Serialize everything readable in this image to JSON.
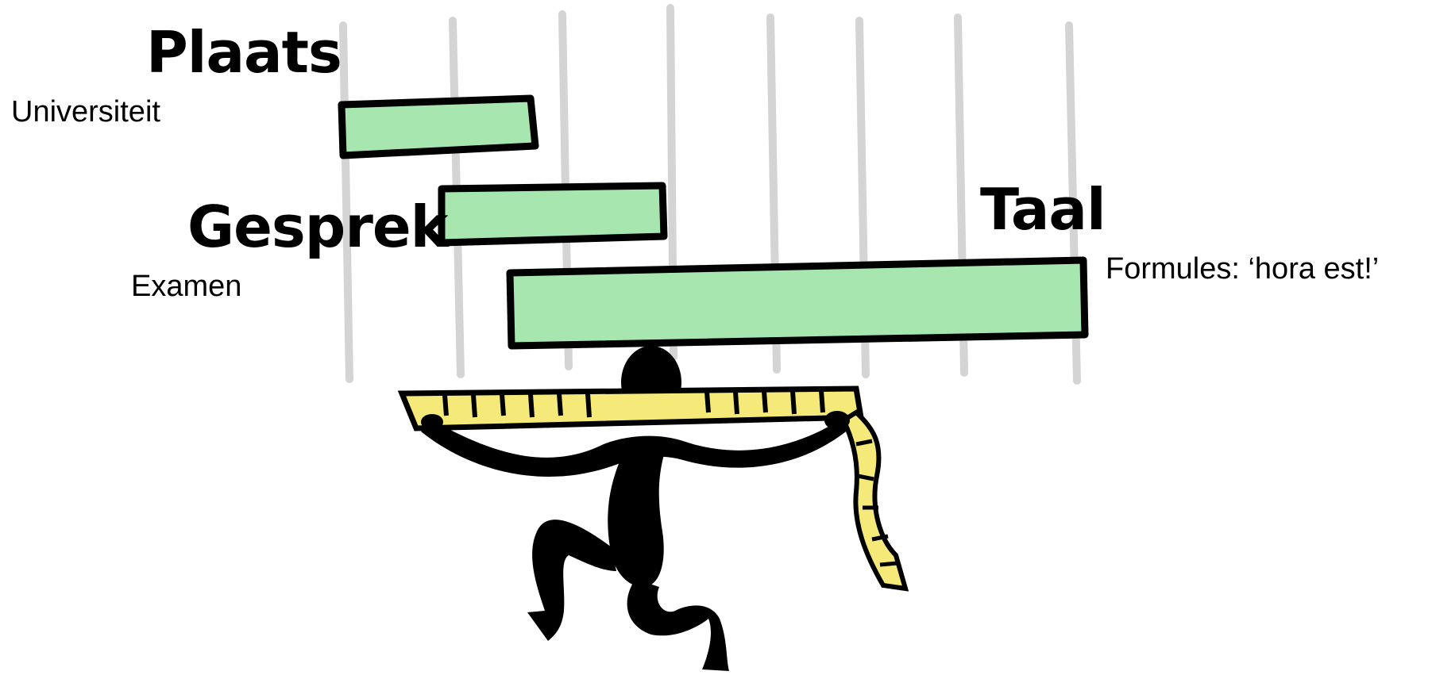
{
  "labels": {
    "plaats": "Plaats",
    "universiteit": "Universiteit",
    "gesprek": "Gesprek",
    "examen": "Examen",
    "taal": "Taal",
    "formules": "Formules: ‘hora est!’"
  },
  "colors": {
    "bar_fill": "#a8e6b0",
    "bar_stroke": "#000000",
    "grid_line": "#d4d4d4",
    "ruler_fill": "#f5e97a",
    "figure": "#000000"
  },
  "icons": {
    "figure": "person-lifting-ruler-icon"
  }
}
